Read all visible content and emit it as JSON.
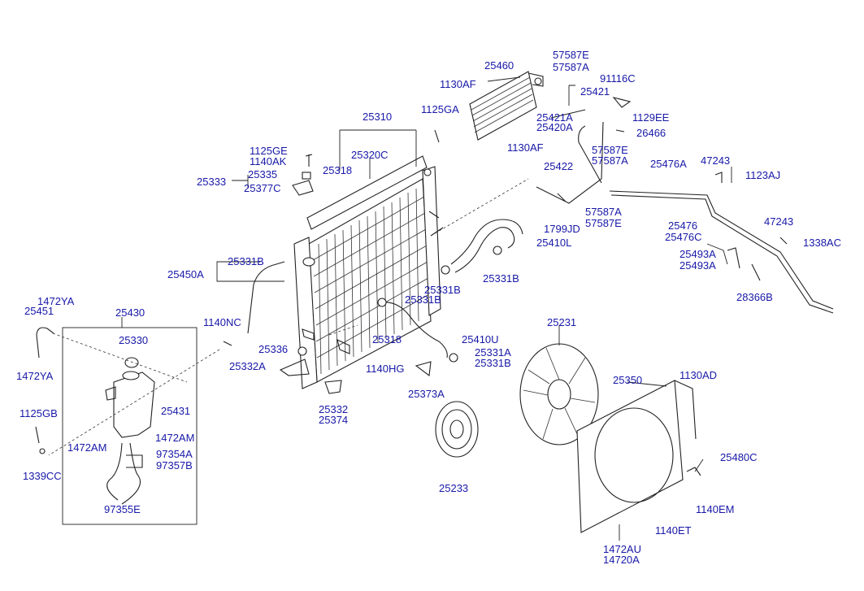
{
  "labels": {
    "l25460": "25460",
    "l57587e_1": "57587E",
    "l57587a_1": "57587A",
    "l91116c": "91116C",
    "l1130af_1": "1130AF",
    "l25421": "25421",
    "l1125ga": "1125GA",
    "l25421a": "25421A",
    "l25420a": "25420A",
    "l1129ee": "1129EE",
    "l26466": "26466",
    "l25310": "25310",
    "l1130af_2": "1130AF",
    "l57587e_2": "57587E",
    "l57587a_2": "57587A",
    "l1125ge": "1125GE",
    "l1140ak": "1140AK",
    "l25320c": "25320C",
    "l25476a": "25476A",
    "l47243_1": "47243",
    "l25318_1": "25318",
    "l25422": "25422",
    "l1123aj": "1123AJ",
    "l25333": "25333",
    "l25335": "25335",
    "l25377c": "25377C",
    "l1799jd": "1799JD",
    "l57587a_3": "57587A",
    "l57587e_3": "57587E",
    "l25476": "25476",
    "l25476c": "25476C",
    "l47243_2": "47243",
    "l1338ac": "1338AC",
    "l25410l": "25410L",
    "l25493a_1": "25493A",
    "l25493a_2": "25493A",
    "l25331b_1": "25331B",
    "l25450a": "25450A",
    "l25331b_2": "25331B",
    "l25331b_3": "25331B",
    "l28366b": "28366B",
    "l1472ya_1": "1472YA",
    "l25451": "25451",
    "l25430": "25430",
    "l25331b_4": "25331B",
    "l1140nc": "1140NC",
    "l25231": "25231",
    "l25330": "25330",
    "l25318_2": "25318",
    "l25410u": "25410U",
    "l25336": "25336",
    "l25331a": "25331A",
    "l25331b_5": "25331B",
    "l1472ya_2": "1472YA",
    "l25332a": "25332A",
    "l1140hg": "1140HG",
    "l25350": "25350",
    "l1130ad": "1130AD",
    "l25373a": "25373A",
    "l25431": "25431",
    "l25332": "25332",
    "l25374": "25374",
    "l1125gb": "1125GB",
    "l1472am_1": "1472AM",
    "l1472am_2": "1472AM",
    "l97354a": "97354A",
    "l97357b": "97357B",
    "l25480c": "25480C",
    "l1339cc": "1339CC",
    "l25233": "25233",
    "l97355e": "97355E",
    "l1140em": "1140EM",
    "l1140et": "1140ET",
    "l1472au": "1472AU",
    "l14720a": "14720A"
  }
}
